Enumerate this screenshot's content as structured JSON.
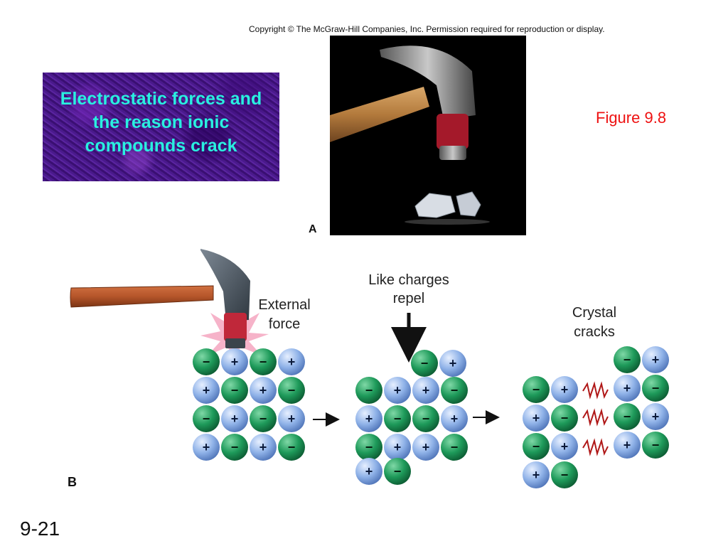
{
  "copyright": "Copyright © The McGraw-Hill Companies, Inc. Permission required for reproduction or display.",
  "title": "Electrostatic forces and the reason ionic compounds crack",
  "figure_ref": "Figure 9.8",
  "panel_a_label": "A",
  "panel_b_label": "B",
  "slide_number": "9-21",
  "labels": {
    "external_force_line1": "External",
    "external_force_line2": "force",
    "like_charges_line1": "Like charges",
    "like_charges_line2": "repel",
    "crystal_cracks_line1": "Crystal",
    "crystal_cracks_line2": "cracks"
  },
  "ion_symbols": {
    "cation": "+",
    "anion": "−"
  },
  "colors": {
    "cation": "#7fa6e0",
    "anion": "#1e8a52",
    "title_text": "#29f0e0",
    "figure_ref": "#ee1111",
    "impact_burst": "#f4a6c0",
    "hammer_handle": "#b5552a",
    "hammer_head": "#4a5560",
    "hammer_grip": "#c0283a",
    "crack_line": "#b01818"
  },
  "lattices": {
    "intact": [
      [
        "-",
        "+",
        "-",
        "+"
      ],
      [
        "+",
        "-",
        "+",
        "-"
      ],
      [
        "-",
        "+",
        "-",
        "+"
      ],
      [
        "+",
        "-",
        "+",
        "-"
      ]
    ],
    "shifted": {
      "top_pair": [
        "-",
        "+"
      ],
      "body": [
        [
          "-",
          "+",
          "+",
          "-"
        ],
        [
          "+",
          "-",
          "-",
          "+"
        ],
        [
          "-",
          "+",
          "+",
          "-"
        ]
      ],
      "bottom_pair": [
        "+",
        "-"
      ]
    },
    "cracked": {
      "left": [
        [
          "-",
          "+"
        ],
        [
          "+",
          "-"
        ],
        [
          "-",
          "+"
        ],
        [
          "+",
          "-"
        ]
      ],
      "right": [
        [
          "-",
          "+"
        ],
        [
          "+",
          "-"
        ],
        [
          "-",
          "+"
        ],
        [
          "+",
          "-"
        ]
      ]
    }
  }
}
